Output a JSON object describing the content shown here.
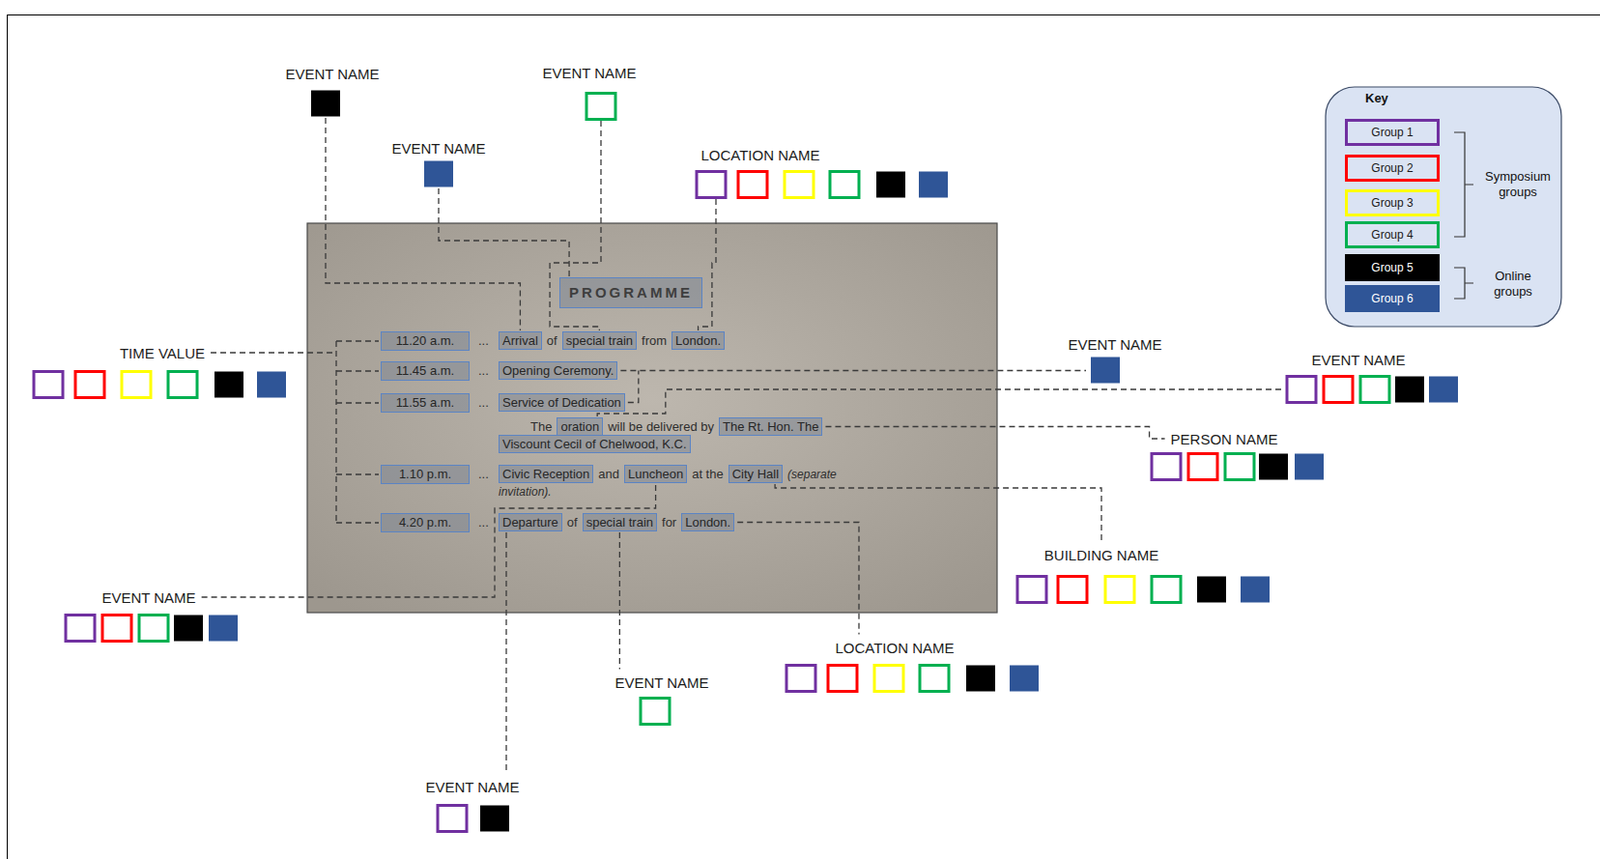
{
  "diagram": {
    "nodes": [
      {
        "text": [
          "PROGRAMME"
        ]
      },
      {
        "text": [
          "11.20 a.m."
        ]
      },
      {
        "text": [
          "Arrival"
        ]
      },
      {
        "text": [
          "special train"
        ]
      },
      {
        "text": [
          "London."
        ]
      },
      {
        "text": [
          "11.45 a.m."
        ]
      },
      {
        "text": [
          "Opening Ceremony."
        ]
      },
      {
        "text": [
          "11.55 a.m."
        ]
      },
      {
        "text": [
          "Service of Dedication"
        ]
      },
      {
        "text": [
          "oration"
        ]
      },
      {
        "text": [
          "The Rt. Hon. The Viscount Cecil of Chelwood, K.C."
        ]
      },
      {
        "text": [
          "1.10 p.m."
        ]
      },
      {
        "text": [
          "Civic Reception"
        ]
      },
      {
        "text": [
          "Luncheon"
        ]
      },
      {
        "text": [
          "City Hall"
        ]
      },
      {
        "text": [
          "4.20 p.m."
        ]
      },
      {
        "text": [
          "Departure"
        ]
      },
      {
        "text": [
          "special train"
        ]
      },
      {
        "text": [
          "London."
        ]
      }
    ],
    "labels": [
      "EVENT NAME",
      "EVENT NAME",
      "EVENT NAME",
      "LOCATION NAME",
      "Key",
      "Symposium groups",
      "Online groups",
      "TIME VALUE",
      "EVENT NAME",
      "EVENT NAME",
      "PERSON NAME",
      "BUILDING NAME",
      "EVENT NAME",
      "LOCATION NAME",
      "EVENT NAME",
      "EVENT NAME",
      "...",
      "of",
      "from",
      "...",
      "...",
      "The",
      "will be delivered by",
      "...",
      "and",
      "at the",
      "(separate invitation).",
      "...",
      "of",
      "for"
    ],
    "legend": [
      {
        "text": "Group 1",
        "color": "#7030a0"
      },
      {
        "text": "Group 2",
        "color": "#ff0000"
      },
      {
        "text": "Group 3",
        "color": "#ffff00"
      },
      {
        "text": "Group 4",
        "color": "#00b050"
      },
      {
        "text": "Group 5",
        "color": "#000000"
      },
      {
        "text": "Group 6",
        "color": "#2f5597"
      }
    ]
  }
}
